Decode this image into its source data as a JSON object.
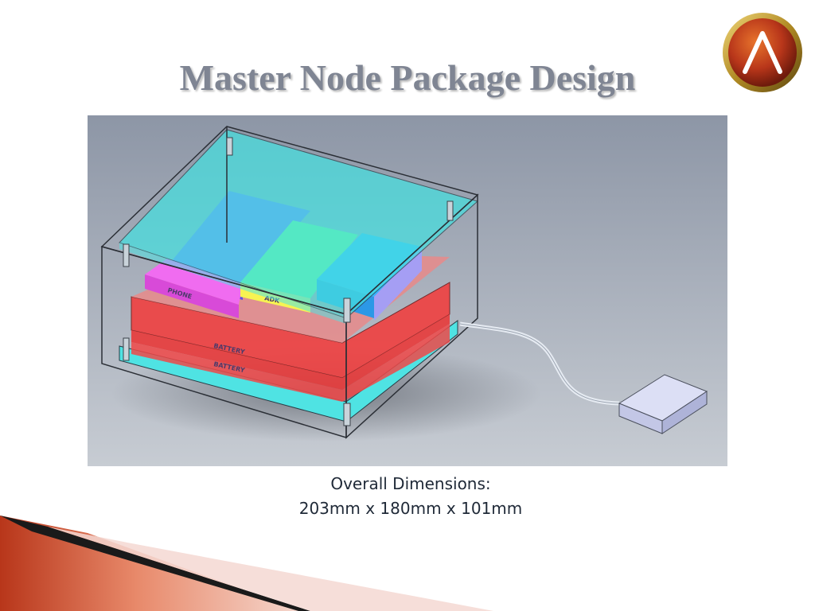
{
  "slide": {
    "title": "Master Node Package Design",
    "caption": {
      "line1": "Overall Dimensions:",
      "line2": "203mm x 180mm x 101mm"
    }
  },
  "figure": {
    "labels": {
      "phone": "PHONE",
      "adk": "ADK",
      "battery_top": "BATTERY",
      "battery_bottom": "BATTERY"
    }
  },
  "logo": {
    "glyph": "Λ",
    "colors": {
      "ring": "#c8a43a",
      "fill": "#b8361a"
    }
  },
  "theme": {
    "title_color": "#7f8593",
    "accent": "#c0432a"
  }
}
